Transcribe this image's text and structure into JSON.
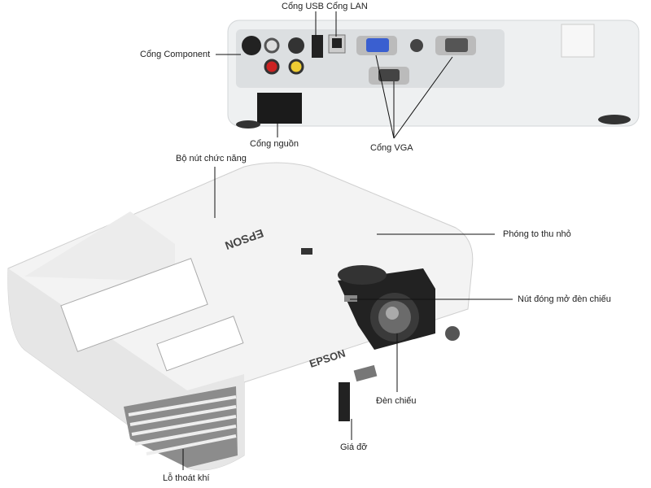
{
  "labels": {
    "usb_lan": "Cổng USB Cổng LAN",
    "component": "Cổng Component",
    "power": "Cổng nguồn",
    "vga": "Cổng VGA",
    "buttons": "Bộ nút chức năng",
    "zoom": "Phóng to thu nhỏ",
    "shutter": "Nút đóng mở đèn chiếu",
    "lens": "Đèn chiếu",
    "stand": "Giá đỡ",
    "vent": "Lỗ thoát khí"
  },
  "product": {
    "brand": "EPSON"
  }
}
